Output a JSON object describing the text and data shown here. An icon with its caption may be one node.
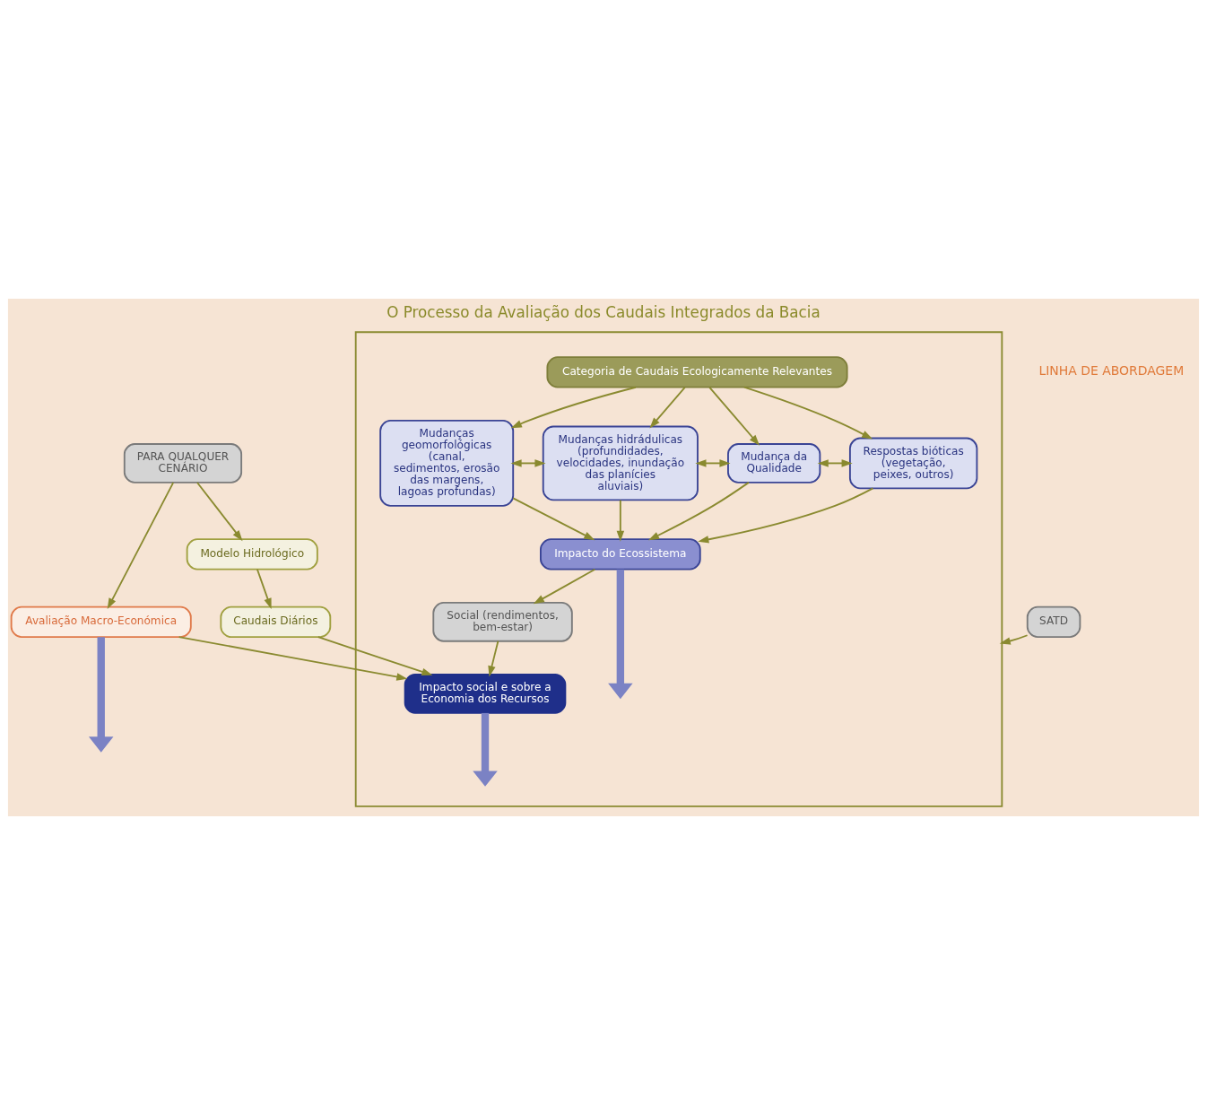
{
  "diagram": {
    "title": "O Processo da Avaliação dos Caudais Integrados da Bacia",
    "nodes": [
      {
        "text": [
          "PARA QUALQUER CENÁRIO"
        ]
      },
      {
        "text": [
          "Avaliação Macro-Económica"
        ]
      },
      {
        "text": [
          "Modelo Hidrológico"
        ]
      },
      {
        "text": [
          "Caudais Diários"
        ]
      },
      {
        "text": [],
        "shape": "box"
      },
      {
        "text": [
          "Categoria de Caudais Ecologicamente Relevantes"
        ],
        "in": 4
      },
      {
        "text": [
          "Mudanças geomorfológicas (canal, sedimentos, erosão das margens, lagoas profundas)"
        ],
        "in": 4
      },
      {
        "text": [
          "Mudanças hidrádulicas (profundidades, velocidades, inundação das planícies aluviais)"
        ],
        "in": 4
      },
      {
        "text": [
          "Mudança da Qualidade"
        ],
        "in": 4
      },
      {
        "text": [
          "Respostas bióticas (vegetação, peixes, outros)"
        ],
        "in": 4
      },
      {
        "text": [
          "Impacto do Ecossistema"
        ],
        "in": 4
      },
      {
        "text": [
          "Social (rendimentos, bem-estar)"
        ],
        "in": 4
      },
      {
        "text": [
          "Impacto social e sobre a Economia dos Recursos"
        ],
        "in": 4
      },
      {
        "text": [
          "SATD"
        ]
      }
    ],
    "edges": [
      {
        "from": 0,
        "to": 1,
        "arrow": "to"
      },
      {
        "from": 0,
        "to": 2,
        "arrow": "to"
      },
      {
        "from": 2,
        "to": 3,
        "arrow": "to"
      },
      {
        "from": 3,
        "to": 12,
        "arrow": "to"
      },
      {
        "from": 1,
        "to": 12,
        "arrow": "to"
      },
      {
        "from": 13,
        "to": 4,
        "arrow": "to"
      },
      {
        "from": 5,
        "to": 6,
        "arrow": "to"
      },
      {
        "from": 5,
        "to": 7,
        "arrow": "to"
      },
      {
        "from": 5,
        "to": 8,
        "arrow": "to"
      },
      {
        "from": 5,
        "to": 9,
        "arrow": "to"
      },
      {
        "from": 6,
        "to": 7,
        "arrow": "both"
      },
      {
        "from": 7,
        "to": 8,
        "arrow": "both"
      },
      {
        "from": 8,
        "to": 9,
        "arrow": "both"
      },
      {
        "from": 6,
        "to": 10,
        "arrow": "to"
      },
      {
        "from": 7,
        "to": 10,
        "arrow": "to"
      },
      {
        "from": 8,
        "to": 10,
        "arrow": "to"
      },
      {
        "from": 9,
        "to": 10,
        "arrow": "to"
      },
      {
        "from": 10,
        "to": 11,
        "arrow": "to"
      },
      {
        "from": 11,
        "to": 12,
        "arrow": "to"
      },
      {
        "from": 10,
        "to": null,
        "arrow": "to",
        "style": "thick",
        "color": "#7b82c4"
      },
      {
        "from": 12,
        "to": null,
        "arrow": "to",
        "style": "thick",
        "color": "#7b82c4"
      },
      {
        "from": 1,
        "to": null,
        "arrow": "to",
        "style": "thick",
        "color": "#7b82c4"
      }
    ],
    "labels": [
      "LINHA DE ABORDAGEM"
    ]
  }
}
